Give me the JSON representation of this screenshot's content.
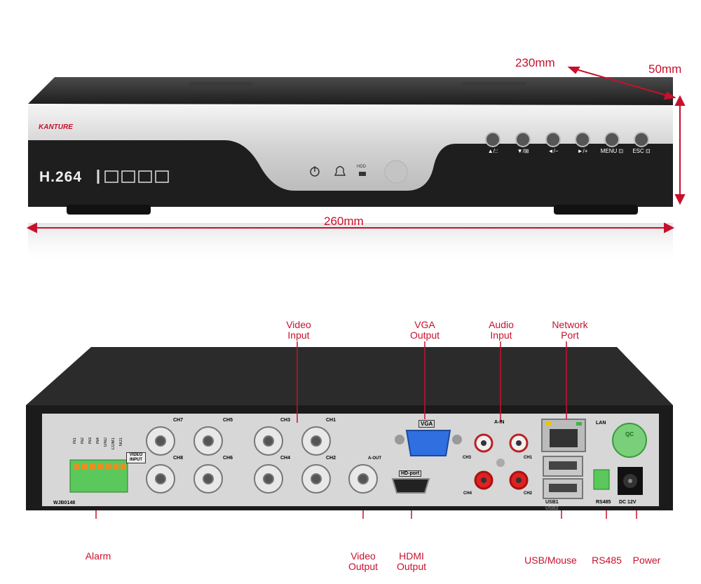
{
  "dimensions": {
    "depth": "230mm",
    "height": "50mm",
    "width": "260mm"
  },
  "front_panel": {
    "brand": "KANTURE",
    "codec": "H.264",
    "hdd_label": "HDD",
    "buttons": [
      "▲/::",
      "▼/⊞",
      "◄/−",
      "►/+",
      "MENU ⊡",
      "ESC ⊡"
    ]
  },
  "rear_panel": {
    "video_inputs_top": [
      "CH7",
      "CH5",
      "CH3",
      "CH1"
    ],
    "video_inputs_bottom": [
      "CH8",
      "CH6",
      "CH4",
      "CH2"
    ],
    "video_input_label": "VIDEO INPUT",
    "video_out_label": "A-OUT",
    "vga_label": "VGA",
    "hd_port_label": "HD-port",
    "audio_in_label": "A-IN",
    "audio_channels": [
      "CH3",
      "CH1",
      "CH4",
      "CH2"
    ],
    "lan_label": "LAN",
    "usb_labels": [
      "USB1",
      "USB2"
    ],
    "rs485_label": "RS485",
    "power_label": "DC 12V",
    "alarm_pins": [
      "IN1",
      "IN2",
      "IN3",
      "IN4",
      "GND",
      "COM1",
      "NO1"
    ],
    "model_label": "WJB0148",
    "qc_label": "QC"
  },
  "callouts": {
    "video_input": "Video\nInput",
    "vga_output": "VGA\nOutput",
    "audio_input": "Audio\nInput",
    "network_port": "Network\nPort",
    "alarm": "Alarm",
    "video_output": "Video\nOutput",
    "hdmi_output": "HDMI\nOutput",
    "usb_mouse": "USB/Mouse",
    "rs485": "RS485",
    "power": "Power"
  },
  "colors": {
    "callout_red": "#c8102e",
    "chassis_dark": "#2a2a2a",
    "panel_silver": "#d7d7d7",
    "vga_blue": "#2f6fe0",
    "terminal_green": "#5ac85a"
  }
}
